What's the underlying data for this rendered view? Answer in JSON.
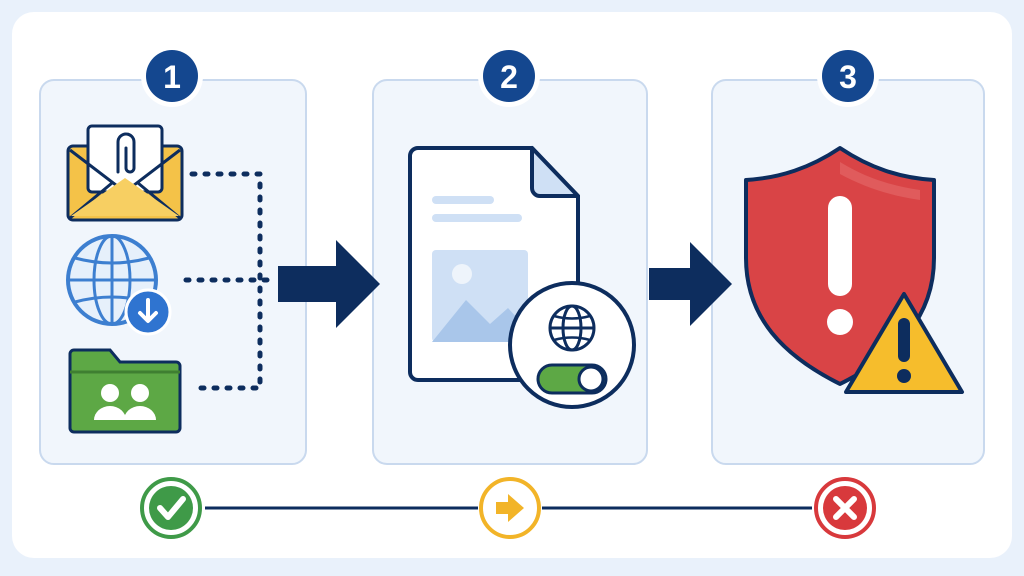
{
  "steps": [
    {
      "number": "1",
      "content": "input-sources",
      "icons": [
        "email-attachment-icon",
        "globe-download-icon",
        "shared-folder-icon"
      ]
    },
    {
      "number": "2",
      "content": "document-with-web-toggle",
      "icons": [
        "document-icon",
        "image-placeholder-icon",
        "globe-icon",
        "toggle-icon"
      ]
    },
    {
      "number": "3",
      "content": "security-warning",
      "icons": [
        "shield-alert-icon",
        "warning-triangle-icon"
      ]
    }
  ],
  "status": [
    {
      "state": "success",
      "icon": "check-icon",
      "color": "#3f9a48"
    },
    {
      "state": "in-progress",
      "icon": "arrow-right-icon",
      "color": "#f2b428"
    },
    {
      "state": "failure",
      "icon": "close-icon",
      "color": "#d8393c"
    }
  ],
  "colors": {
    "navy": "#0d2d5e",
    "badge": "#14478f",
    "panel_fill": "#f1f6fc",
    "panel_stroke": "#c9d9ee",
    "shield": "#d94446",
    "warning": "#f6bd2c",
    "envelope": "#f4c248",
    "folder": "#5da845",
    "globe": "#3d7fd0"
  }
}
